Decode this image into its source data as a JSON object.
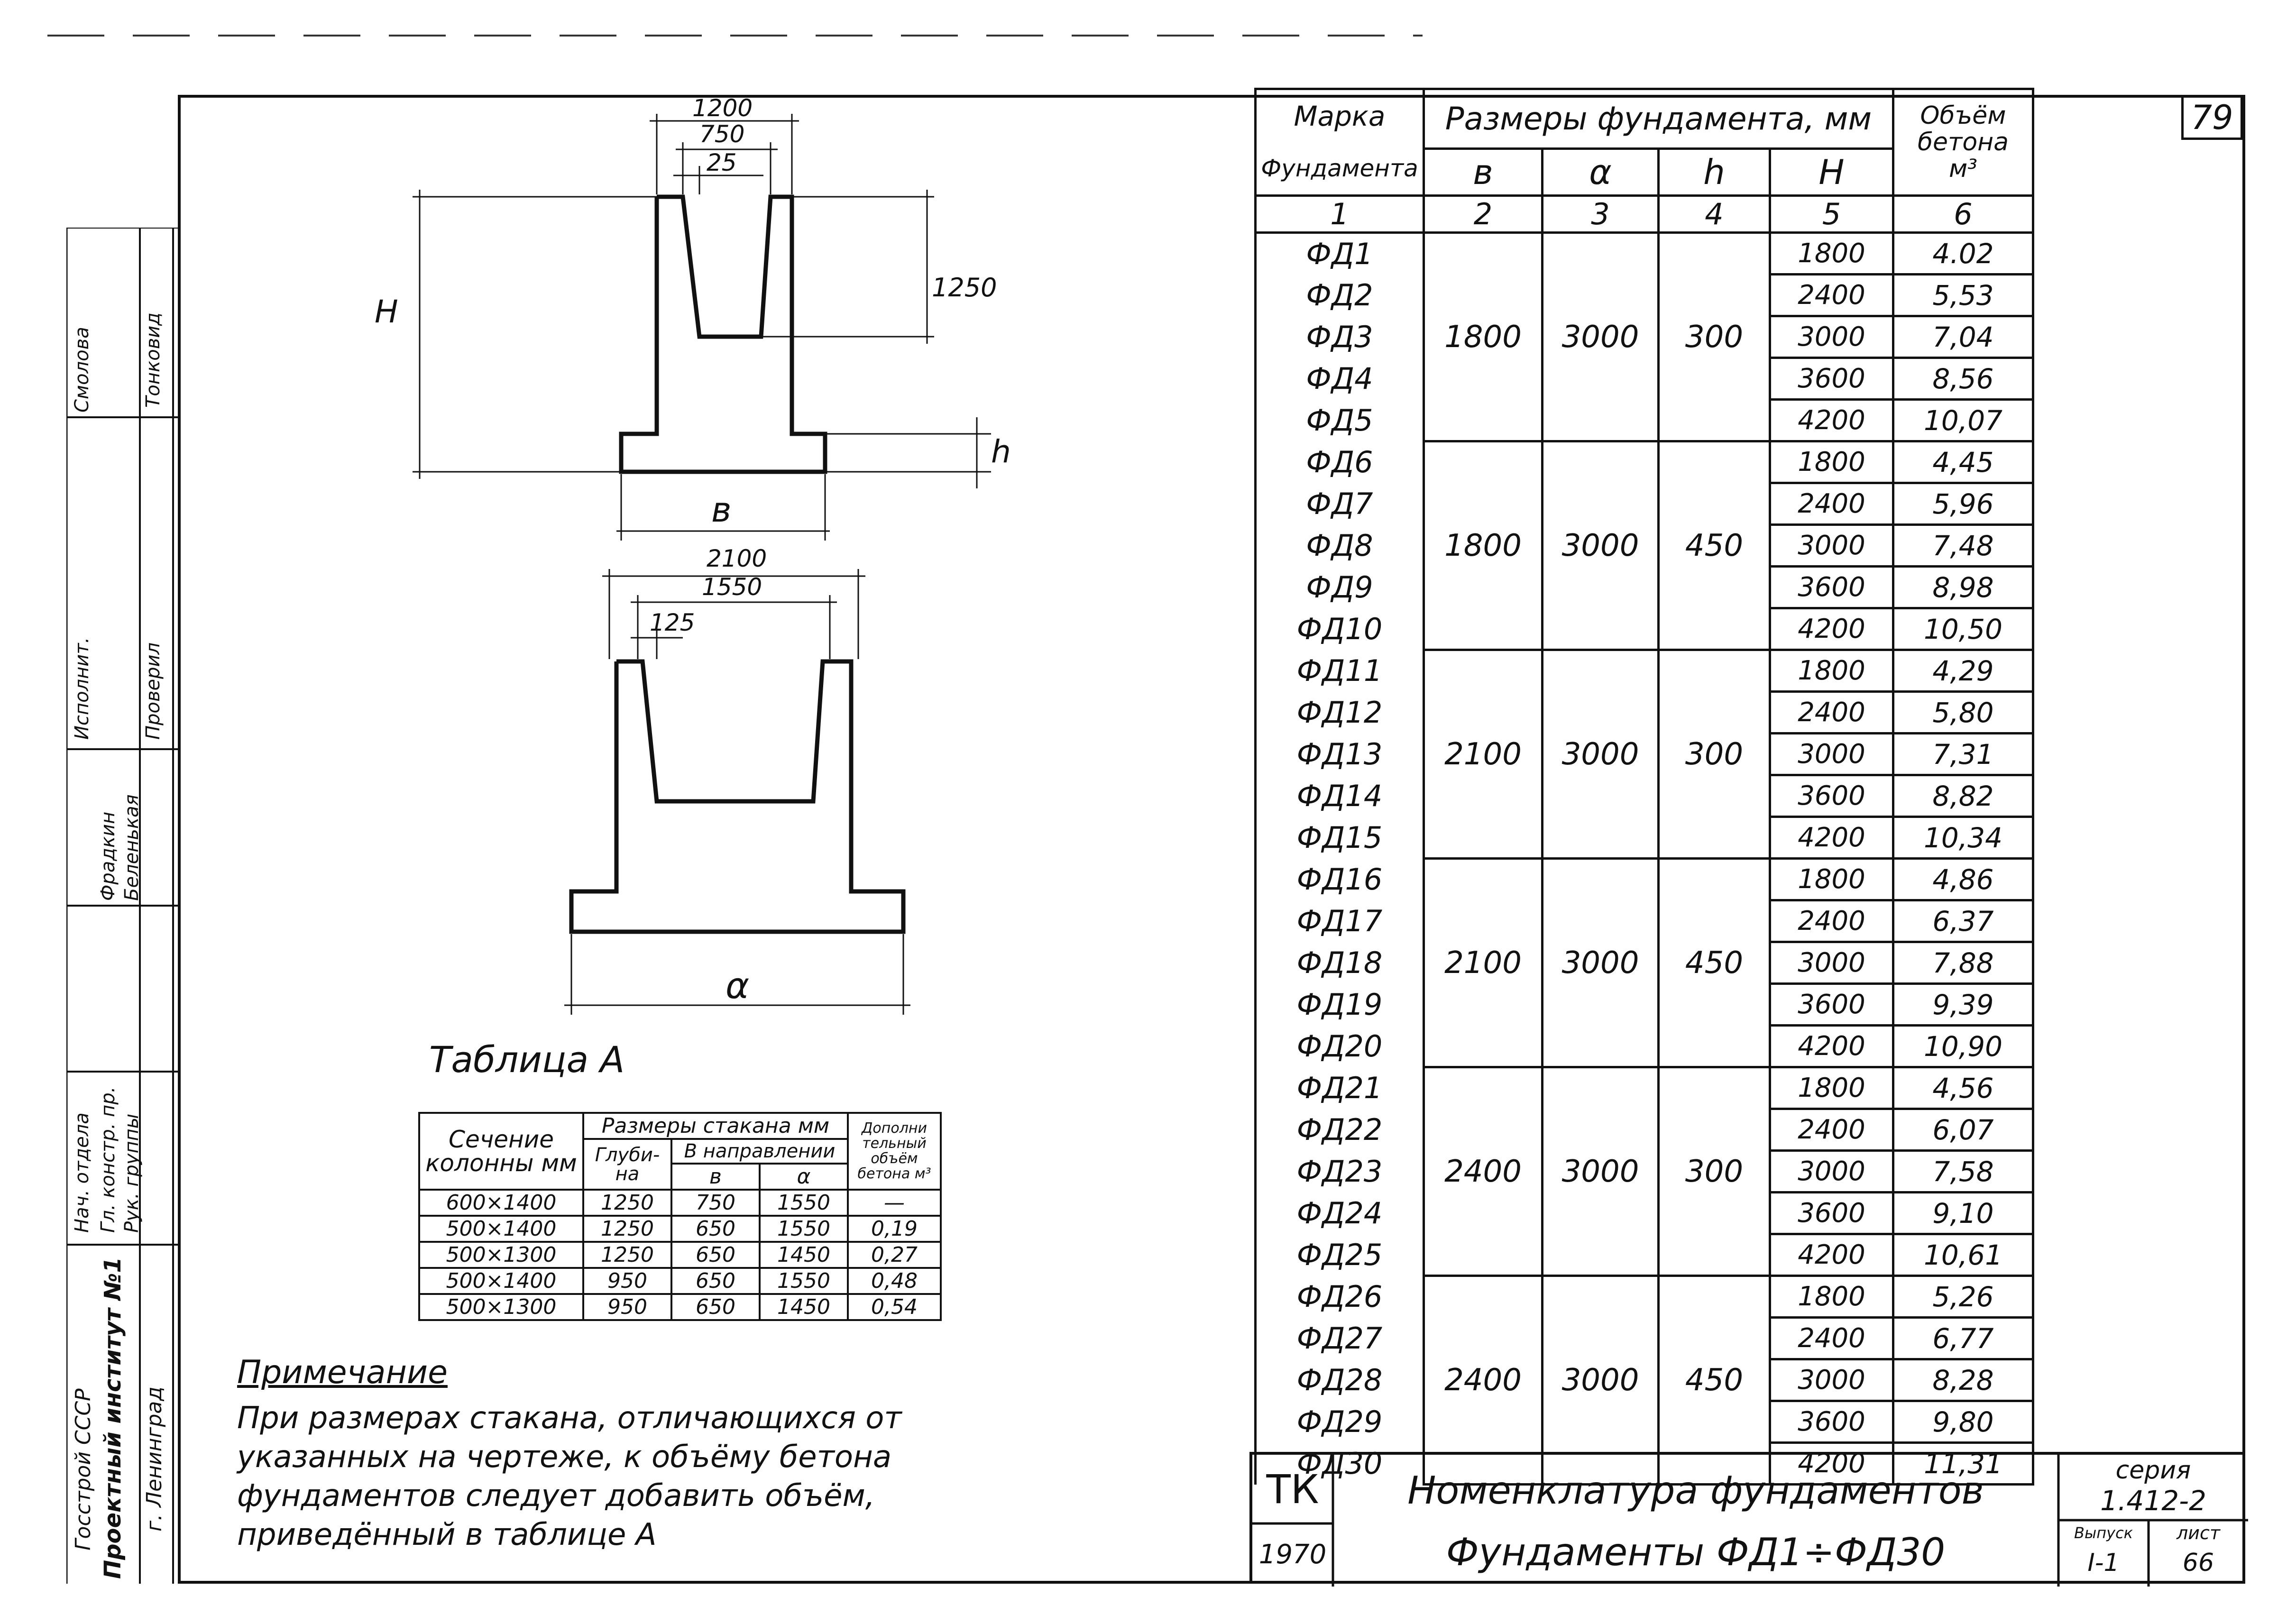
{
  "page_number": "79",
  "drawing": {
    "top": {
      "dim_outer": "1200",
      "dim_mid": "750",
      "dim_inner": "25",
      "dim_cup": "1250",
      "label_H": "H",
      "label_h": "h",
      "label_b": "в"
    },
    "bottom": {
      "dim_outer": "2100",
      "dim_mid": "1550",
      "dim_inner": "125",
      "label_a": "α"
    }
  },
  "table_a": {
    "title": "Таблица А",
    "h_section": "Сечение колонны мм",
    "h_sizes": "Размеры стакана мм",
    "h_extra": "Дополни тельный объём бетона м³",
    "h_depth": "Глуби-на",
    "h_dir": "В направлении",
    "h_b": "в",
    "h_a": "α",
    "rows": [
      [
        "600×1400",
        "1250",
        "750",
        "1550",
        "—"
      ],
      [
        "500×1400",
        "1250",
        "650",
        "1550",
        "0,19"
      ],
      [
        "500×1300",
        "1250",
        "650",
        "1450",
        "0,27"
      ],
      [
        "500×1400",
        "950",
        "650",
        "1550",
        "0,48"
      ],
      [
        "500×1300",
        "950",
        "650",
        "1450",
        "0,54"
      ]
    ]
  },
  "note": {
    "title": "Примечание",
    "lines": [
      "При размерах стакана, отличающихся от",
      "указанных на чертеже, к объёму бетона",
      "фундаментов следует добавить объём,",
      "приведённый в таблице А"
    ]
  },
  "main_table": {
    "h_mark": "Марка",
    "h_mark2": "Фундамента",
    "h_sizes": "Размеры фундамента, мм",
    "h_volume": "Объём бетона",
    "h_volume_unit": "м³",
    "h_b": "в",
    "h_a": "α",
    "h_h": "h",
    "h_H": "H",
    "col_nums": [
      "1",
      "2",
      "3",
      "4",
      "5",
      "6"
    ],
    "groups": [
      {
        "b": "1800",
        "a": "3000",
        "h": "300",
        "rows": [
          [
            "ФД1",
            "1800",
            "4.02"
          ],
          [
            "ФД2",
            "2400",
            "5,53"
          ],
          [
            "ФД3",
            "3000",
            "7,04"
          ],
          [
            "ФД4",
            "3600",
            "8,56"
          ],
          [
            "ФД5",
            "4200",
            "10,07"
          ]
        ]
      },
      {
        "b": "1800",
        "a": "3000",
        "h": "450",
        "rows": [
          [
            "ФД6",
            "1800",
            "4,45"
          ],
          [
            "ФД7",
            "2400",
            "5,96"
          ],
          [
            "ФД8",
            "3000",
            "7,48"
          ],
          [
            "ФД9",
            "3600",
            "8,98"
          ],
          [
            "ФД10",
            "4200",
            "10,50"
          ]
        ]
      },
      {
        "b": "2100",
        "a": "3000",
        "h": "300",
        "rows": [
          [
            "ФД11",
            "1800",
            "4,29"
          ],
          [
            "ФД12",
            "2400",
            "5,80"
          ],
          [
            "ФД13",
            "3000",
            "7,31"
          ],
          [
            "ФД14",
            "3600",
            "8,82"
          ],
          [
            "ФД15",
            "4200",
            "10,34"
          ]
        ]
      },
      {
        "b": "2100",
        "a": "3000",
        "h": "450",
        "rows": [
          [
            "ФД16",
            "1800",
            "4,86"
          ],
          [
            "ФД17",
            "2400",
            "6,37"
          ],
          [
            "ФД18",
            "3000",
            "7,88"
          ],
          [
            "ФД19",
            "3600",
            "9,39"
          ],
          [
            "ФД20",
            "4200",
            "10,90"
          ]
        ]
      },
      {
        "b": "2400",
        "a": "3000",
        "h": "300",
        "rows": [
          [
            "ФД21",
            "1800",
            "4,56"
          ],
          [
            "ФД22",
            "2400",
            "6,07"
          ],
          [
            "ФД23",
            "3000",
            "7,58"
          ],
          [
            "ФД24",
            "3600",
            "9,10"
          ],
          [
            "ФД25",
            "4200",
            "10,61"
          ]
        ]
      },
      {
        "b": "2400",
        "a": "3000",
        "h": "450",
        "rows": [
          [
            "ФД26",
            "1800",
            "5,26"
          ],
          [
            "ФД27",
            "2400",
            "6,77"
          ],
          [
            "ФД28",
            "3000",
            "8,28"
          ],
          [
            "ФД29",
            "3600",
            "9,80"
          ],
          [
            "ФД30",
            "4200",
            "11,31"
          ]
        ]
      }
    ]
  },
  "title_block": {
    "code": "ТК",
    "year": "1970",
    "title1": "Номенклатура фундаментов",
    "title2": "Фундаменты ФД1÷ФД30",
    "series_label": "серия",
    "series": "1.412-2",
    "issue_label": "Выпуск",
    "issue": "I-1",
    "sheet_label": "лист",
    "sheet": "66"
  },
  "side_strip": {
    "org1": "Госстрой СССР",
    "org2": "Проектный институт №1",
    "org3": "г. Ленинград",
    "roles": [
      "Нач. отдела",
      "Гл. констр. пр.",
      "Рук. группы",
      "Исполнит.",
      "Проверил"
    ],
    "names": [
      "Фрадкин",
      "Беленькая",
      "Тонковид",
      "Смолова"
    ]
  }
}
